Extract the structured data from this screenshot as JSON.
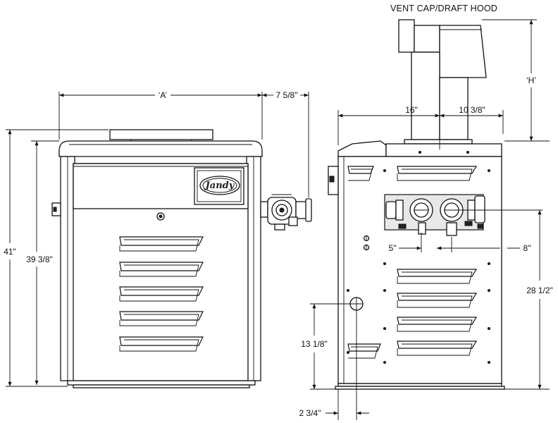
{
  "header": {
    "vent_label": "VENT CAP/DRAFT HOOD"
  },
  "brand": {
    "logo_text": "Jandy"
  },
  "dimensions": {
    "width_a": "‘A’",
    "side_offset": "7 5/8\"",
    "height_h": "‘H’",
    "flue_left": "16\"",
    "flue_right": "10 3/8\"",
    "overall_height": "41\"",
    "cabinet_height": "39 3/8\"",
    "inlet_offset": "5\"",
    "outlet_offset": "8\"",
    "connection_height": "28 1/2\"",
    "gas_height": "13 1/8\"",
    "gas_offset": "2 3/4\""
  },
  "colors": {
    "line": "#111111",
    "background": "#ffffff",
    "panel_fill": "#e8e8e8"
  }
}
